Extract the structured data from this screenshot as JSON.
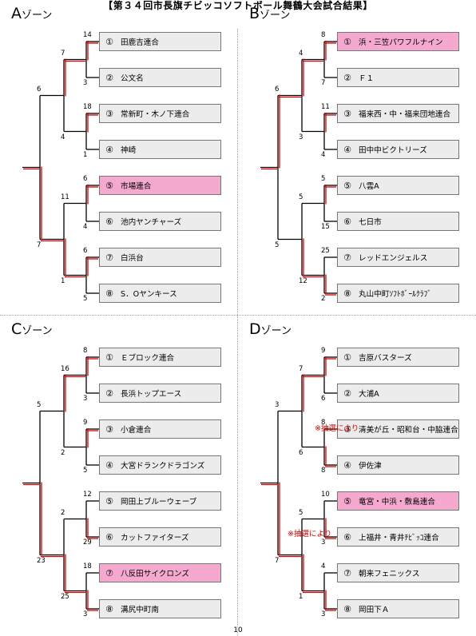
{
  "title": "【第３４回市長旗チビッコソフトボール舞鶴大会試合結果】",
  "page_number": "10",
  "colors": {
    "highlight": "#f6a9cf",
    "bracket_red": "#e00000",
    "note_red": "#d00000",
    "box_gray": "#ececec"
  },
  "zones": [
    {
      "letter": "A",
      "suffix": "ゾーン",
      "teams": [
        {
          "num": "①",
          "name": "田鹿吉連合"
        },
        {
          "num": "②",
          "name": "公文名"
        },
        {
          "num": "③",
          "name": "常新町・木ノ下連合"
        },
        {
          "num": "④",
          "name": "神崎"
        },
        {
          "num": "⑤",
          "name": "市場連合",
          "winner": true
        },
        {
          "num": "⑥",
          "name": "池内ヤンチャーズ"
        },
        {
          "num": "⑦",
          "name": "白浜台"
        },
        {
          "num": "⑧",
          "name": "S．Oヤンキース"
        }
      ],
      "scores": {
        "r1": [
          "14",
          "3",
          "18",
          "1",
          "6",
          "4",
          "6",
          "5"
        ],
        "r2": [
          "7",
          "4",
          "11",
          "1"
        ],
        "sf": [
          "6",
          "7"
        ]
      }
    },
    {
      "letter": "B",
      "suffix": "ゾーン",
      "teams": [
        {
          "num": "①",
          "name": "浜・三笠パワフルナイン",
          "winner": true
        },
        {
          "num": "②",
          "name": "Ｆ１"
        },
        {
          "num": "③",
          "name": "福来西・中・福来団地連合"
        },
        {
          "num": "④",
          "name": "田中中ビクトリーズ"
        },
        {
          "num": "⑤",
          "name": "八雲A"
        },
        {
          "num": "⑥",
          "name": "七日市"
        },
        {
          "num": "⑦",
          "name": "レッドエンジェルス"
        },
        {
          "num": "⑧",
          "name": "丸山中町ｿﾌﾄﾎﾞｰﾙｸﾗﾌﾞ"
        }
      ],
      "scores": {
        "r1": [
          "8",
          "7",
          "11",
          "4",
          "5",
          "15",
          "25",
          "2"
        ],
        "r2": [
          "4",
          "3",
          "5",
          "12"
        ],
        "sf": [
          "6",
          "5"
        ]
      }
    },
    {
      "letter": "C",
      "suffix": "ゾーン",
      "teams": [
        {
          "num": "①",
          "name": "Ｅブロック連合"
        },
        {
          "num": "②",
          "name": "長浜トップエース"
        },
        {
          "num": "③",
          "name": "小倉連合"
        },
        {
          "num": "④",
          "name": "大宮ドランクドラゴンズ"
        },
        {
          "num": "⑤",
          "name": "岡田上ブルーウェーブ"
        },
        {
          "num": "⑥",
          "name": "カットファイターズ"
        },
        {
          "num": "⑦",
          "name": "八反田サイクロンズ",
          "winner": true
        },
        {
          "num": "⑧",
          "name": "溝尻中町南"
        }
      ],
      "scores": {
        "r1": [
          "8",
          "3",
          "9",
          "5",
          "12",
          "29",
          "18",
          "3"
        ],
        "r2": [
          "16",
          "2",
          "2",
          "25"
        ],
        "sf": [
          "5",
          "23"
        ]
      }
    },
    {
      "letter": "D",
      "suffix": "ゾーン",
      "teams": [
        {
          "num": "①",
          "name": "吉原バスターズ"
        },
        {
          "num": "②",
          "name": "大浦A"
        },
        {
          "num": "③",
          "name": "清美が丘・昭和台・中脇連合"
        },
        {
          "num": "④",
          "name": "伊佐津"
        },
        {
          "num": "⑤",
          "name": "竜宮・中浜・敷島連合",
          "winner": true
        },
        {
          "num": "⑥",
          "name": "上福井・青井ﾁﾋﾞｯｺ連合"
        },
        {
          "num": "⑦",
          "name": "朝来フェニックス"
        },
        {
          "num": "⑧",
          "name": "岡田下Ａ"
        }
      ],
      "scores": {
        "r1": [
          "9",
          "6",
          "8",
          "8",
          "10",
          "3",
          "4",
          "3"
        ],
        "r2": [
          "7",
          "6",
          "5",
          "1"
        ],
        "sf": [
          "3",
          "7"
        ]
      },
      "notes": [
        "※抽選により",
        "※抽選により"
      ]
    }
  ]
}
